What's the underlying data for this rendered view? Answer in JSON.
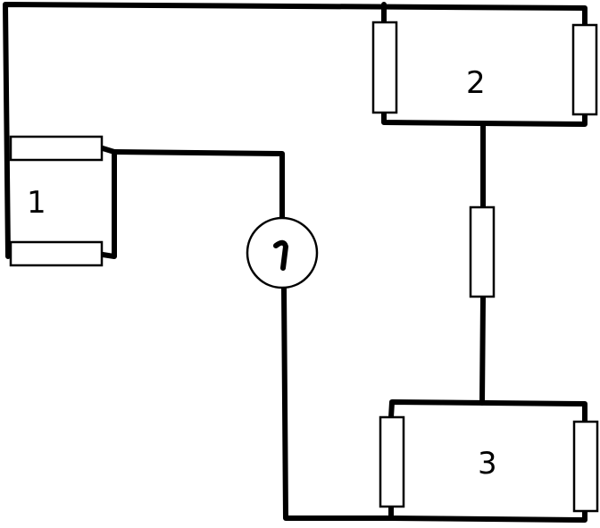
{
  "diagram": {
    "labels": {
      "group_1": "1",
      "group_2": "2",
      "group_3": "3"
    },
    "meter_icon": "galvanometer-icon",
    "colors": {
      "stroke": "#000000",
      "background": "#ffffff"
    }
  }
}
